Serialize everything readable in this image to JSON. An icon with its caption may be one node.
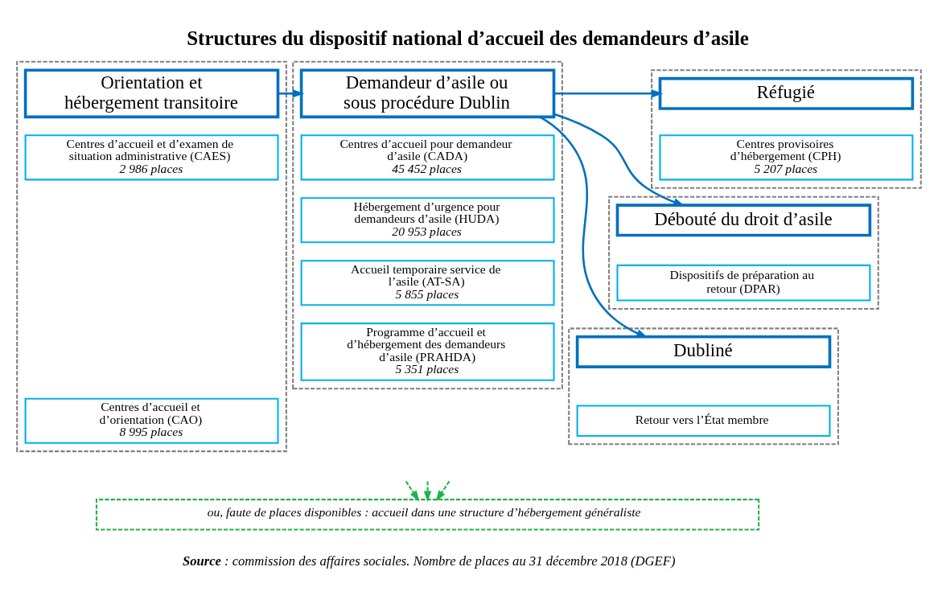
{
  "diagram": {
    "title": "Structures du dispositif national d’accueil des demandeurs d’asile",
    "caption": "**Source** : commission des affaires sociales. Nombre de places au 31 décembre 2018 (DGEF)",
    "nodes": [
      {
        "text": [],
        "shape": "box"
      },
      {
        "text": [
          "Orientation et hébergement transitoire"
        ],
        "in": 0
      },
      {
        "text": [
          "Centres d’accueil et d’examen de situation administrative (CAES)",
          "2 986 places"
        ],
        "in": 0
      },
      {
        "text": [
          "Centres d’accueil et d’orientation (CAO)",
          "8 995 places"
        ],
        "in": 0
      },
      {
        "text": [],
        "shape": "box"
      },
      {
        "text": [
          "Demandeur d’asile ou sous procédure Dublin"
        ],
        "in": 4
      },
      {
        "text": [
          "Centres d’accueil pour demandeur d’asile (CADA)",
          "45 452 places"
        ],
        "in": 4
      },
      {
        "text": [
          "Hébergement d’urgence pour demandeurs d’asile (HUDA)",
          "20 953 places"
        ],
        "in": 4
      },
      {
        "text": [
          "Accueil temporaire service de l’asile (AT-SA)",
          "5 855 places"
        ],
        "in": 4
      },
      {
        "text": [
          "Programme d’accueil et d’hébergement des demandeurs d’asile (PRAHDA)",
          "5 351 places"
        ],
        "in": 4
      },
      {
        "text": [],
        "shape": "box"
      },
      {
        "text": [
          "Réfugié"
        ],
        "in": 10
      },
      {
        "text": [
          "Centres provisoires d’hébergement (CPH)",
          "5 207 places"
        ],
        "in": 10
      },
      {
        "text": [],
        "shape": "box"
      },
      {
        "text": [
          "Débouté du droit d’asile"
        ],
        "in": 13
      },
      {
        "text": [
          "Dispositifs de préparation au retour (DPAR)"
        ],
        "in": 13
      },
      {
        "text": [],
        "shape": "box"
      },
      {
        "text": [
          "Dubliné"
        ],
        "in": 16
      },
      {
        "text": [
          "Retour vers l’État membre"
        ],
        "in": 16
      },
      {
        "text": [
          "ou, faute de places disponibles : accueil dans une structure d’hébergement généraliste"
        ]
      }
    ],
    "edges": [
      {
        "from": 1,
        "to": 5,
        "arrow": "to"
      },
      {
        "from": 5,
        "to": 11,
        "arrow": "to"
      },
      {
        "from": 5,
        "to": 14,
        "arrow": "to"
      },
      {
        "from": 5,
        "to": 17,
        "arrow": "to"
      },
      {
        "from": null,
        "to": 19,
        "arrow": "to",
        "style": "dashed",
        "color": "#22b14c"
      },
      {
        "from": null,
        "to": 19,
        "arrow": "to",
        "style": "dashed",
        "color": "#22b14c"
      },
      {
        "from": null,
        "to": 19,
        "arrow": "to",
        "style": "dashed",
        "color": "#22b14c"
      }
    ]
  }
}
